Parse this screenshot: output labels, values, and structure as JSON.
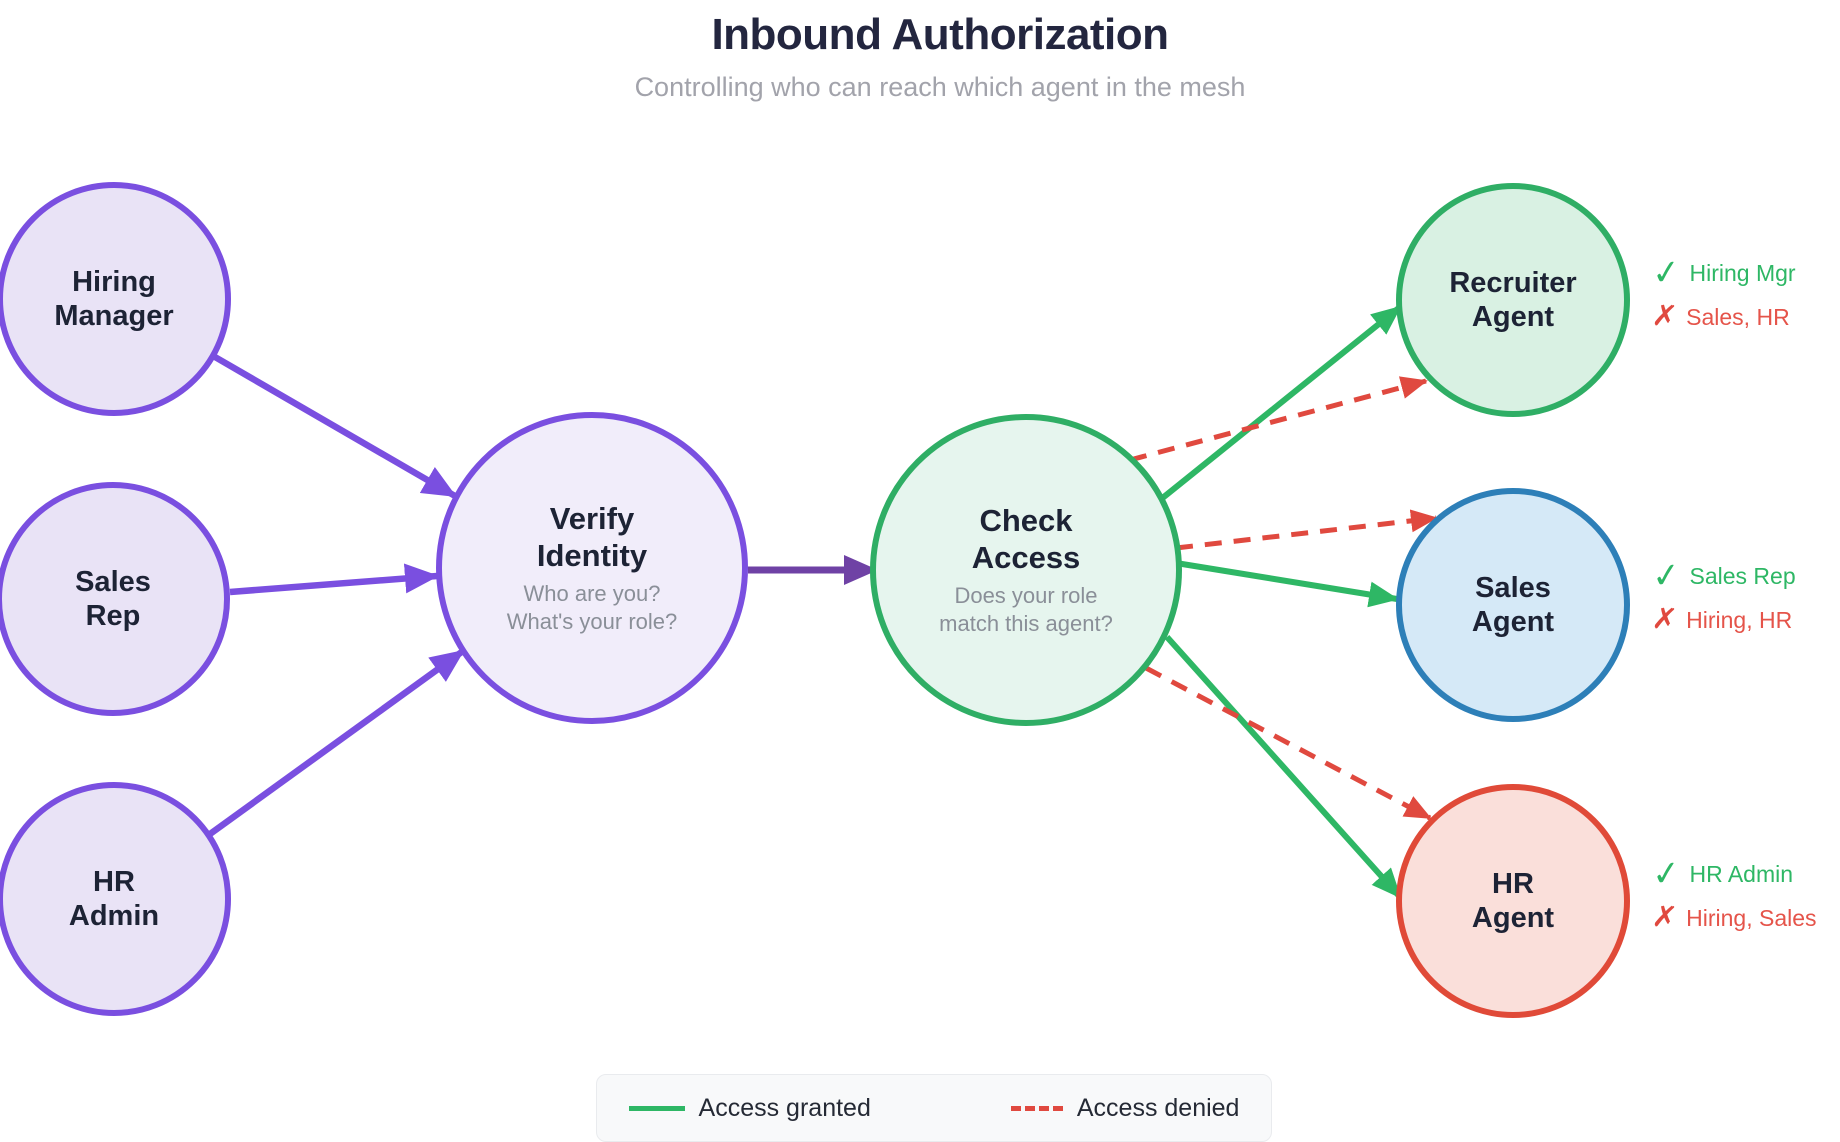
{
  "title": "Inbound Authorization",
  "subtitle": "Controlling who can reach which agent in the mesh",
  "nodes": {
    "hiring_manager": {
      "line1": "Hiring",
      "line2": "Manager"
    },
    "sales_rep": {
      "line1": "Sales",
      "line2": "Rep"
    },
    "hr_admin": {
      "line1": "HR",
      "line2": "Admin"
    },
    "verify_identity": {
      "line1": "Verify",
      "line2": "Identity",
      "sub1": "Who are you?",
      "sub2": "What's your role?"
    },
    "check_access": {
      "line1": "Check",
      "line2": "Access",
      "sub1": "Does your role",
      "sub2": "match this agent?"
    },
    "recruiter_agent": {
      "line1": "Recruiter",
      "line2": "Agent"
    },
    "sales_agent": {
      "line1": "Sales",
      "line2": "Agent"
    },
    "hr_agent": {
      "line1": "HR",
      "line2": "Agent"
    }
  },
  "annotations": {
    "recruiter": {
      "granted": "Hiring Mgr",
      "denied": "Sales, HR"
    },
    "sales": {
      "granted": "Sales Rep",
      "denied": "Hiring, HR"
    },
    "hr": {
      "granted": "HR Admin",
      "denied": "Hiring, Sales"
    }
  },
  "icons": {
    "check": "✓",
    "cross": "✗"
  },
  "legend": {
    "granted": "Access granted",
    "denied": "Access denied"
  },
  "colors": {
    "purple": "#7a4fe0",
    "purple_dark": "#6f42a5",
    "green": "#2eb765",
    "green_border": "#2fae65",
    "red": "#e0493f",
    "blue": "#2d7fb8",
    "ink": "#1d2335",
    "muted": "#8a8f98"
  }
}
